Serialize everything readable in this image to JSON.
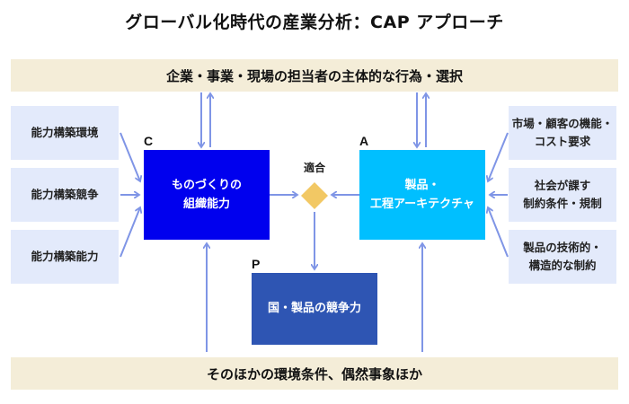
{
  "title": "グローバル化時代の産業分析：CAP アプローチ",
  "top_band": "企業・事業・現場の担当者の主体的な行為・選択",
  "bottom_band": "そのほかの環境条件、偶然事象ほか",
  "left_boxes": [
    {
      "label": "能力構築環境"
    },
    {
      "label": "能力構築競争"
    },
    {
      "label": "能力構築能力"
    }
  ],
  "right_boxes": [
    {
      "line1": "市場・顧客の機能・",
      "line2": "コスト要求"
    },
    {
      "line1": "社会が課す",
      "line2": "制約条件・規制"
    },
    {
      "line1": "製品の技術的・",
      "line2": "構造的な制約"
    }
  ],
  "box_c": {
    "letter": "C",
    "line1": "ものづくりの",
    "line2": "組織能力"
  },
  "box_a": {
    "letter": "A",
    "line1": "製品・",
    "line2": "工程アーキテクチャ"
  },
  "box_p": {
    "letter": "P",
    "label": "国・製品の競争力"
  },
  "fit": {
    "label": "適合"
  },
  "colors": {
    "band": "#f4edd8",
    "side_box": "#e3eafb",
    "box_c": "#0000ee",
    "box_a": "#00bfff",
    "box_p": "#2e55b3",
    "diamond": "#f2c864",
    "arrow": "#7f95e6"
  }
}
